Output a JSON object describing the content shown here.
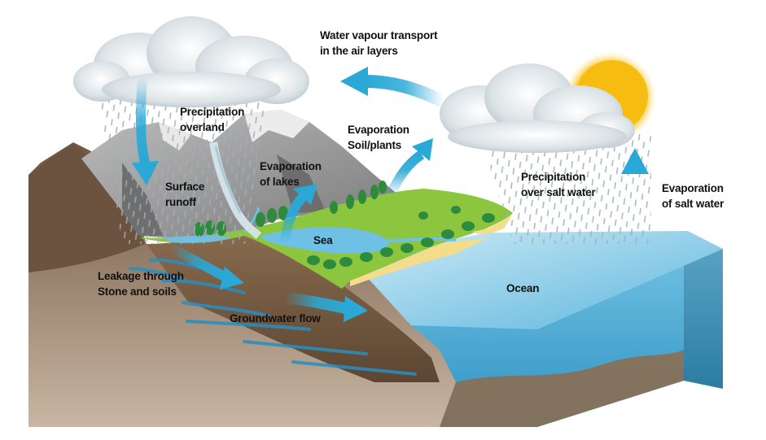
{
  "labels": {
    "vapour_transport": [
      "Water vapour transport",
      "in the air layers"
    ],
    "precip_overland": [
      "Precipitation",
      "overland"
    ],
    "evap_soil": [
      "Evaporation",
      "Soil/plants"
    ],
    "evap_lakes": [
      "Evaporation",
      "of lakes"
    ],
    "surface_runoff": [
      "Surface",
      "runoff"
    ],
    "precip_salt": [
      "Precipitation",
      "over salt water"
    ],
    "evap_salt": [
      "Evaporation",
      "of salt water"
    ],
    "sea": "Sea",
    "leakage": [
      "Leakage through",
      "Stone and soils"
    ],
    "ocean": "Ocean",
    "groundwater": "Groundwater flow"
  },
  "colors": {
    "arrow_blue": "#2aa9d6",
    "ocean_top": "#7fcbe8",
    "ocean_front": "#3a9fc9",
    "soil": "#8a6c4f",
    "mountain": "#8e8e8e",
    "grass": "#8cc63e",
    "tree": "#2e8a3c",
    "sun": "#f5b800",
    "cloud": "#c9d2d8",
    "sand": "#f3dc8a"
  }
}
